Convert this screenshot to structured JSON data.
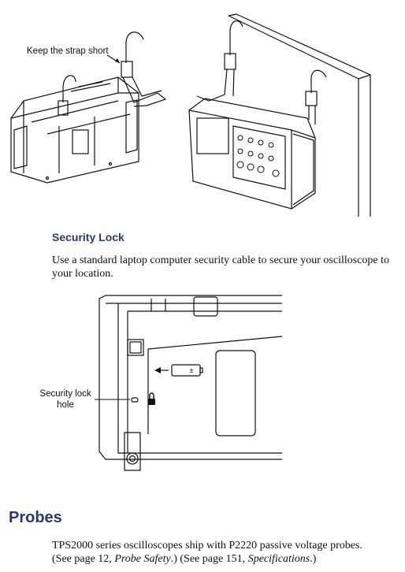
{
  "figure_strap": {
    "callout": "Keep the strap short"
  },
  "security_lock": {
    "heading": "Security Lock",
    "body": "Use a standard laptop computer security cable to secure your oscilloscope to your location."
  },
  "figure_lock": {
    "callout": "Security lock hole"
  },
  "probes": {
    "heading": "Probes",
    "body_line1": "TPS2000 series oscilloscopes ship with P2220 passive voltage probes.",
    "body_line2_pre": "(See page 12, ",
    "body_line2_italic1": "Probe Safety",
    "body_line2_mid": ".) (See page 151, ",
    "body_line2_italic2": "Specifications",
    "body_line2_post": ".)"
  }
}
